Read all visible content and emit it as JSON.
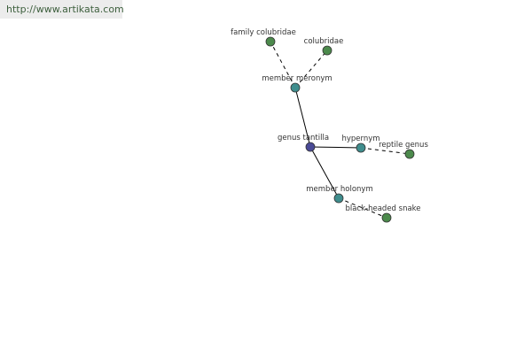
{
  "source": {
    "url": "http://www.artikata.com"
  },
  "colors": {
    "center": "#4a4a96",
    "relation": "#3f8d8d",
    "leaf": "#4c8a4c",
    "node_stroke": "#333333",
    "edge": "#000000",
    "label": "#333333"
  },
  "graph": {
    "nodes": [
      {
        "id": "center",
        "label": "genus tantilla",
        "kind": "center"
      },
      {
        "id": "meronym",
        "label": "member meronym",
        "kind": "relation"
      },
      {
        "id": "hypernym",
        "label": "hypernym",
        "kind": "relation"
      },
      {
        "id": "holonym",
        "label": "member holonym",
        "kind": "relation"
      },
      {
        "id": "family",
        "label": "family colubridae",
        "kind": "leaf"
      },
      {
        "id": "colubridae",
        "label": "colubridae",
        "kind": "leaf"
      },
      {
        "id": "reptile",
        "label": "reptile genus",
        "kind": "leaf"
      },
      {
        "id": "snake",
        "label": "black-headed snake",
        "kind": "leaf"
      }
    ],
    "edges": [
      {
        "from": "center",
        "to": "meronym",
        "style": "solid"
      },
      {
        "from": "center",
        "to": "hypernym",
        "style": "solid"
      },
      {
        "from": "center",
        "to": "holonym",
        "style": "solid"
      },
      {
        "from": "meronym",
        "to": "family",
        "style": "dashed"
      },
      {
        "from": "meronym",
        "to": "colubridae",
        "style": "dashed"
      },
      {
        "from": "hypernym",
        "to": "reptile",
        "style": "dashed"
      },
      {
        "from": "holonym",
        "to": "snake",
        "style": "dashed"
      }
    ]
  }
}
